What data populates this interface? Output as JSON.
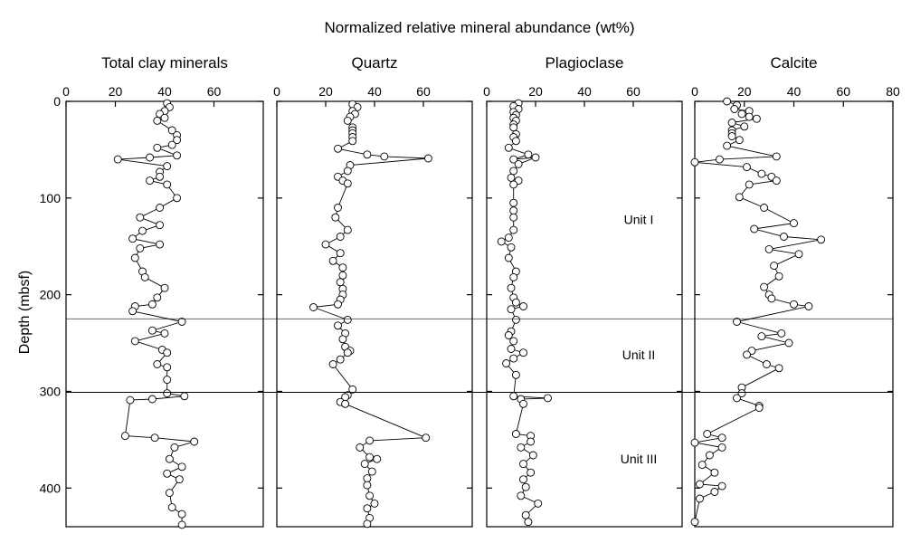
{
  "chart_data": {
    "type": "scatter",
    "title": "Normalized relative mineral abundance (wt%)",
    "ylabel": "Depth (mbsf)",
    "ylim": [
      0,
      440
    ],
    "yticks": [
      0,
      100,
      200,
      300,
      400
    ],
    "y_inverted": true,
    "grid": false,
    "boundaries": [
      225,
      301
    ],
    "unit_labels": [
      {
        "text": "Unit I",
        "depth": 122
      },
      {
        "text": "Unit II",
        "depth": 262
      },
      {
        "text": "Unit III",
        "depth": 370
      }
    ],
    "panels": [
      {
        "title": "Total clay minerals",
        "xlim": [
          0,
          80
        ],
        "xticks": [
          0,
          20,
          40,
          60
        ],
        "points": [
          [
            41,
            2
          ],
          [
            42,
            6
          ],
          [
            40,
            10
          ],
          [
            38,
            13
          ],
          [
            40,
            17
          ],
          [
            37,
            20
          ],
          [
            43,
            30
          ],
          [
            45,
            35
          ],
          [
            45,
            40
          ],
          [
            43,
            45
          ],
          [
            37,
            48
          ],
          [
            45,
            56
          ],
          [
            34,
            58
          ],
          [
            21,
            60
          ],
          [
            41,
            67
          ],
          [
            38,
            73
          ],
          [
            38,
            78
          ],
          [
            34,
            82
          ],
          [
            41,
            86
          ],
          [
            45,
            100
          ],
          [
            38,
            110
          ],
          [
            30,
            120
          ],
          [
            38,
            128
          ],
          [
            31,
            134
          ],
          [
            27,
            142
          ],
          [
            38,
            148
          ],
          [
            30,
            152
          ],
          [
            28,
            162
          ],
          [
            31,
            176
          ],
          [
            32,
            182
          ],
          [
            40,
            193
          ],
          [
            37,
            203
          ],
          [
            35,
            210
          ],
          [
            28,
            212
          ],
          [
            27,
            217
          ],
          [
            47,
            228
          ],
          [
            35,
            237
          ],
          [
            40,
            240
          ],
          [
            28,
            248
          ],
          [
            39,
            257
          ],
          [
            41,
            260
          ],
          [
            37,
            272
          ],
          [
            41,
            275
          ],
          [
            41,
            288
          ],
          [
            41,
            302
          ],
          [
            48,
            305
          ],
          [
            35,
            308
          ],
          [
            26,
            309
          ],
          [
            24,
            346
          ],
          [
            36,
            348
          ],
          [
            52,
            352
          ],
          [
            44,
            358
          ],
          [
            42,
            370
          ],
          [
            47,
            378
          ],
          [
            41,
            385
          ],
          [
            46,
            391
          ],
          [
            42,
            405
          ],
          [
            43,
            420
          ],
          [
            47,
            427
          ],
          [
            47,
            438
          ]
        ]
      },
      {
        "title": "Quartz",
        "xlim": [
          0,
          80
        ],
        "xticks": [
          0,
          20,
          40,
          60
        ],
        "points": [
          [
            31,
            3
          ],
          [
            33,
            6
          ],
          [
            31,
            10
          ],
          [
            32,
            13
          ],
          [
            30,
            16
          ],
          [
            29,
            20
          ],
          [
            31,
            27
          ],
          [
            31,
            30
          ],
          [
            31,
            33
          ],
          [
            31,
            37
          ],
          [
            31,
            41
          ],
          [
            25,
            49
          ],
          [
            37,
            55
          ],
          [
            44,
            57
          ],
          [
            62,
            59
          ],
          [
            30,
            66
          ],
          [
            29,
            72
          ],
          [
            25,
            78
          ],
          [
            27,
            82
          ],
          [
            29,
            85
          ],
          [
            25,
            110
          ],
          [
            24,
            120
          ],
          [
            29,
            133
          ],
          [
            26,
            140
          ],
          [
            20,
            148
          ],
          [
            26,
            157
          ],
          [
            23,
            165
          ],
          [
            27,
            172
          ],
          [
            27,
            180
          ],
          [
            26,
            187
          ],
          [
            27,
            194
          ],
          [
            27,
            200
          ],
          [
            26,
            205
          ],
          [
            25,
            210
          ],
          [
            15,
            213
          ],
          [
            29,
            226
          ],
          [
            25,
            232
          ],
          [
            28,
            240
          ],
          [
            27,
            246
          ],
          [
            28,
            254
          ],
          [
            30,
            258
          ],
          [
            29,
            260
          ],
          [
            26,
            267
          ],
          [
            23,
            272
          ],
          [
            31,
            298
          ],
          [
            29,
            304
          ],
          [
            28,
            306
          ],
          [
            26,
            311
          ],
          [
            28,
            313
          ],
          [
            61,
            348
          ],
          [
            38,
            351
          ],
          [
            34,
            358
          ],
          [
            38,
            368
          ],
          [
            41,
            370
          ],
          [
            36,
            375
          ],
          [
            39,
            383
          ],
          [
            37,
            390
          ],
          [
            37,
            397
          ],
          [
            38,
            408
          ],
          [
            40,
            416
          ],
          [
            37,
            421
          ],
          [
            38,
            431
          ],
          [
            37,
            437
          ]
        ]
      },
      {
        "title": "Plagioclase",
        "xlim": [
          0,
          80
        ],
        "xticks": [
          0,
          20,
          40,
          60
        ],
        "points": [
          [
            13,
            2
          ],
          [
            11,
            5
          ],
          [
            13,
            8
          ],
          [
            11,
            11
          ],
          [
            12,
            14
          ],
          [
            11,
            17
          ],
          [
            12,
            20
          ],
          [
            11,
            24
          ],
          [
            11,
            27
          ],
          [
            12,
            34
          ],
          [
            11,
            37
          ],
          [
            12,
            41
          ],
          [
            9,
            48
          ],
          [
            17,
            55
          ],
          [
            11,
            60
          ],
          [
            20,
            58
          ],
          [
            13,
            65
          ],
          [
            11,
            72
          ],
          [
            10,
            79
          ],
          [
            13,
            82
          ],
          [
            11,
            86
          ],
          [
            11,
            105
          ],
          [
            11,
            113
          ],
          [
            11,
            120
          ],
          [
            11,
            133
          ],
          [
            9,
            141
          ],
          [
            6,
            145
          ],
          [
            10,
            151
          ],
          [
            9,
            162
          ],
          [
            12,
            176
          ],
          [
            11,
            182
          ],
          [
            10,
            193
          ],
          [
            11,
            203
          ],
          [
            12,
            208
          ],
          [
            15,
            212
          ],
          [
            10,
            215
          ],
          [
            12,
            226
          ],
          [
            10,
            238
          ],
          [
            9,
            242
          ],
          [
            11,
            248
          ],
          [
            10,
            256
          ],
          [
            15,
            260
          ],
          [
            11,
            266
          ],
          [
            8,
            271
          ],
          [
            12,
            283
          ],
          [
            11,
            305
          ],
          [
            25,
            307
          ],
          [
            14,
            308
          ],
          [
            15,
            313
          ],
          [
            12,
            344
          ],
          [
            18,
            346
          ],
          [
            18,
            352
          ],
          [
            14,
            358
          ],
          [
            19,
            366
          ],
          [
            15,
            375
          ],
          [
            18,
            384
          ],
          [
            15,
            391
          ],
          [
            16,
            399
          ],
          [
            14,
            408
          ],
          [
            21,
            416
          ],
          [
            16,
            428
          ],
          [
            17,
            435
          ]
        ]
      },
      {
        "title": "Calcite",
        "xlim": [
          0,
          80
        ],
        "xticks": [
          0,
          20,
          40,
          60,
          80
        ],
        "points": [
          [
            13,
            0
          ],
          [
            17,
            4
          ],
          [
            16,
            8
          ],
          [
            22,
            10
          ],
          [
            19,
            13
          ],
          [
            22,
            16
          ],
          [
            25,
            18
          ],
          [
            15,
            22
          ],
          [
            20,
            26
          ],
          [
            15,
            30
          ],
          [
            15,
            33
          ],
          [
            15,
            36
          ],
          [
            18,
            40
          ],
          [
            13,
            46
          ],
          [
            33,
            57
          ],
          [
            10,
            60
          ],
          [
            0,
            63
          ],
          [
            21,
            68
          ],
          [
            27,
            75
          ],
          [
            31,
            78
          ],
          [
            33,
            82
          ],
          [
            22,
            86
          ],
          [
            18,
            99
          ],
          [
            28,
            110
          ],
          [
            40,
            126
          ],
          [
            24,
            132
          ],
          [
            36,
            140
          ],
          [
            51,
            143
          ],
          [
            30,
            153
          ],
          [
            42,
            158
          ],
          [
            32,
            170
          ],
          [
            34,
            181
          ],
          [
            28,
            192
          ],
          [
            30,
            200
          ],
          [
            31,
            204
          ],
          [
            40,
            210
          ],
          [
            46,
            212
          ],
          [
            17,
            228
          ],
          [
            35,
            240
          ],
          [
            27,
            243
          ],
          [
            38,
            250
          ],
          [
            23,
            258
          ],
          [
            21,
            262
          ],
          [
            29,
            272
          ],
          [
            34,
            276
          ],
          [
            19,
            296
          ],
          [
            19,
            302
          ],
          [
            17,
            307
          ],
          [
            26,
            315
          ],
          [
            26,
            317
          ],
          [
            5,
            344
          ],
          [
            11,
            348
          ],
          [
            0,
            353
          ],
          [
            11,
            358
          ],
          [
            6,
            366
          ],
          [
            3,
            376
          ],
          [
            8,
            384
          ],
          [
            2,
            396
          ],
          [
            11,
            398
          ],
          [
            8,
            404
          ],
          [
            2,
            411
          ],
          [
            0,
            435
          ]
        ]
      }
    ]
  }
}
